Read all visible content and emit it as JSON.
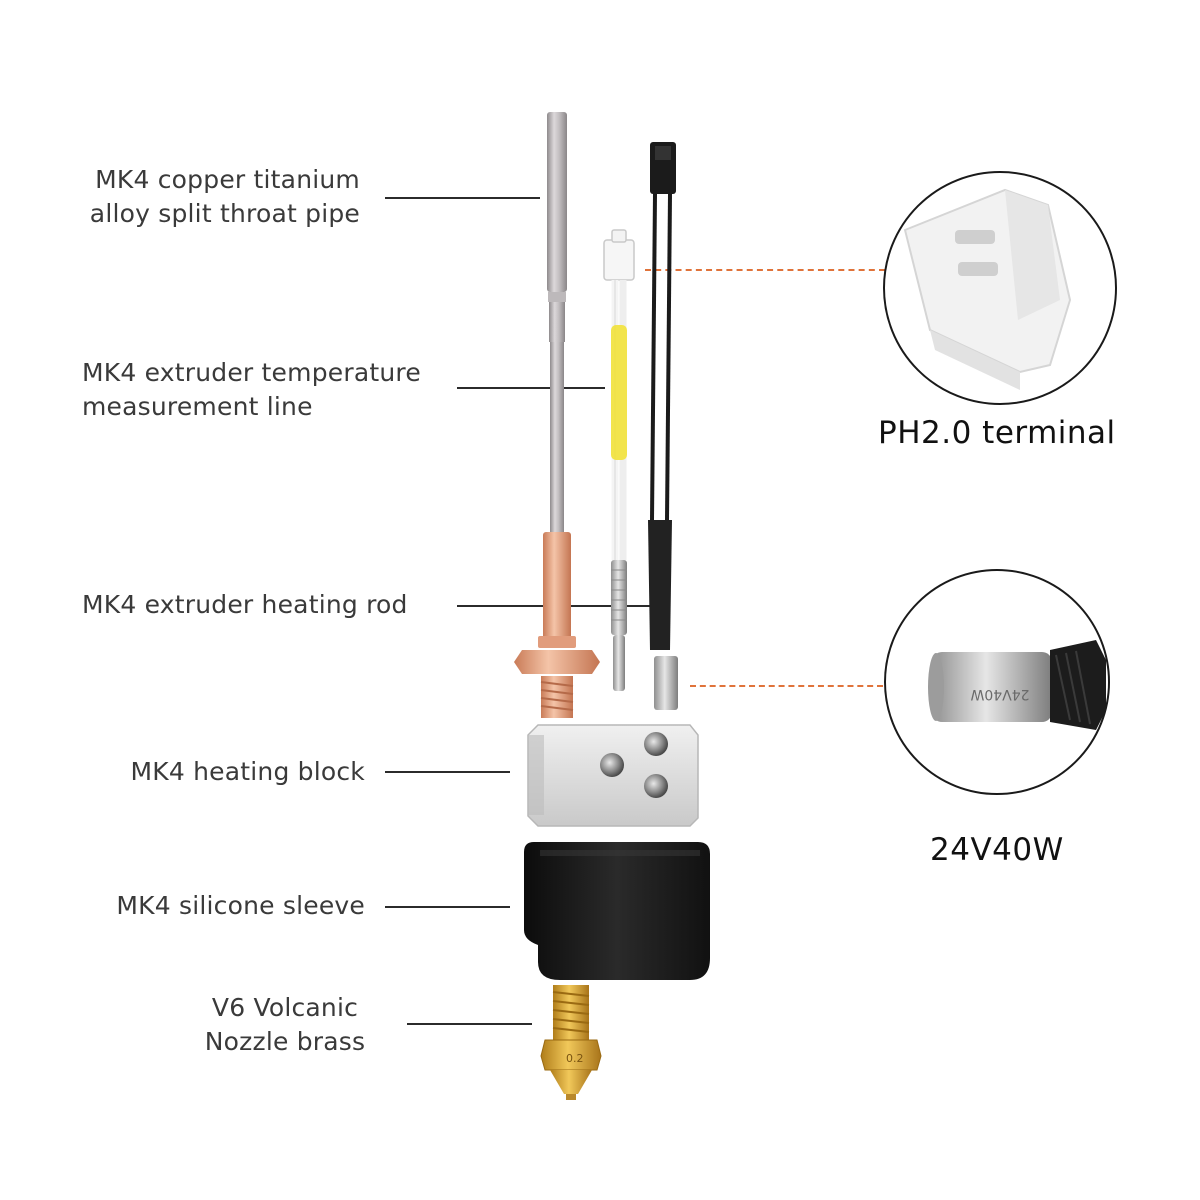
{
  "labels": {
    "throat_pipe": {
      "line1": "MK4 copper titanium",
      "line2": "alloy split throat pipe"
    },
    "temp_line": {
      "line1": "MK4 extruder temperature",
      "line2": "measurement line"
    },
    "heating_rod": {
      "line1": "MK4 extruder heating rod"
    },
    "heating_block": {
      "line1": "MK4 heating block"
    },
    "silicone_sleeve": {
      "line1": "MK4 silicone sleeve"
    },
    "nozzle": {
      "line1": "V6 Volcanic",
      "line2": "Nozzle brass"
    }
  },
  "callouts": {
    "terminal": {
      "caption": "PH2.0 terminal"
    },
    "heater": {
      "caption": "24V40W",
      "engraving": "24V40W"
    }
  },
  "nozzle_marking": "0.2",
  "colors": {
    "label_text": "#3a3a3a",
    "leader_line": "#2b2b2b",
    "dashed_line": "#e0733a",
    "copper": "#e9a07e",
    "brass": "#d9a431",
    "sleeve": "#1a1a1a",
    "aluminum": "#d8d8d8",
    "yellow_sleeve": "#f2e23a"
  }
}
